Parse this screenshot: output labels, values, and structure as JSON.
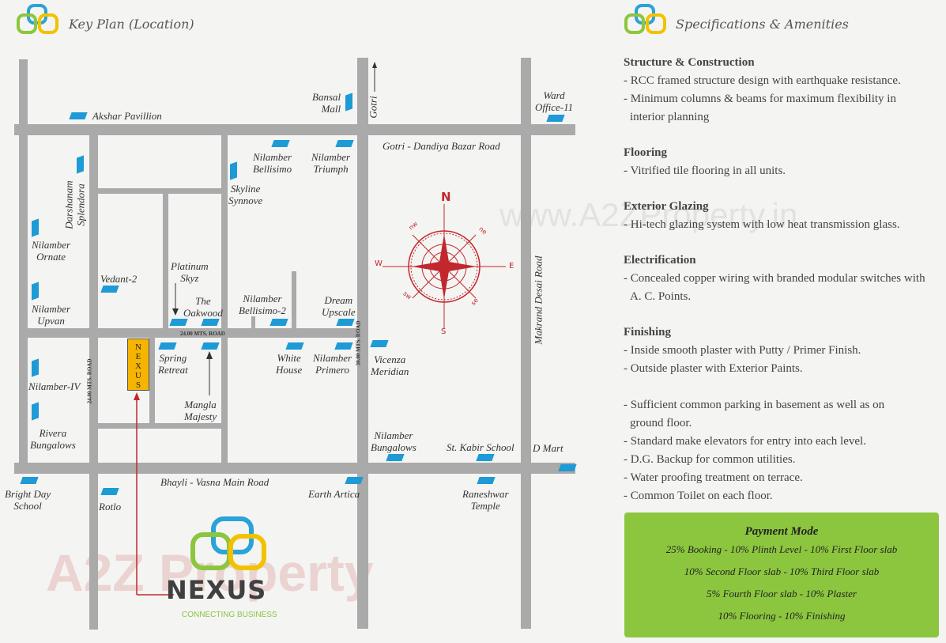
{
  "left_header": {
    "title": "Key Plan (Location)"
  },
  "right_header": {
    "title": "Specifications & Amenities"
  },
  "map": {
    "roads": {
      "gotri": "Gotri",
      "gotri_dandiya": "Gotri - Dandiya Bazar Road",
      "makrand": "Makrand Desai Road",
      "bhayli": "Bhayli - Vasna Main Road",
      "road_24_h": "24.00 MTS. ROAD",
      "road_24_v": "24.00 MTS. ROAD",
      "road_30": "30.00 MTS. ROAD"
    },
    "landmarks": {
      "akshar": "Akshar Pavillion",
      "bansal_1": "Bansal",
      "bansal_2": "Mall",
      "ward_1": "Ward",
      "ward_2": "Office-11",
      "nil_bell_1": "Nilamber",
      "nil_bell_2": "Bellisimo",
      "nil_tri_1": "Nilamber",
      "nil_tri_2": "Triumph",
      "skyline_1": "Skyline",
      "skyline_2": "Synnove",
      "darshanam_1": "Darshanam",
      "darshanam_2": "Splendora",
      "nil_ornate_1": "Nilamber",
      "nil_ornate_2": "Ornate",
      "vedant": "Vedant-2",
      "platinum_1": "Platinum",
      "platinum_2": "Skyz",
      "oakwood_1": "The",
      "oakwood_2": "Oakwood",
      "nil_bell2_1": "Nilamber",
      "nil_bell2_2": "Bellisimo-2",
      "dream_1": "Dream",
      "dream_2": "Upscale",
      "nil_upvan_1": "Nilamber",
      "nil_upvan_2": "Upvan",
      "spring_1": "Spring",
      "spring_2": "Retreat",
      "white_1": "White",
      "white_2": "House",
      "nil_primero_1": "Nilamber",
      "nil_primero_2": "Primero",
      "vicenza_1": "Vicenza",
      "vicenza_2": "Meridian",
      "nil_iv": "Nilamber-IV",
      "mangla_1": "Mangla",
      "mangla_2": "Majesty",
      "rivera_1": "Rivera",
      "rivera_2": "Bungalows",
      "nil_bung_1": "Nilamber",
      "nil_bung_2": "Bungalows",
      "kabir": "St. Kabir School",
      "dmart": "D Mart",
      "bright_1": "Bright Day",
      "bright_2": "School",
      "rotlo": "Rotlo",
      "earth": "Earth Artica",
      "ranesh_1": "Raneshwar",
      "ranesh_2": "Temple",
      "nexus_marker": "NEXUS"
    },
    "compass": {
      "n": "N",
      "s": "S",
      "e": "E",
      "w": "W",
      "ne": "ne",
      "nw": "nw",
      "se": "se",
      "sw": "sw"
    },
    "watermark_url": "www.A2ZProperty.in",
    "watermark_logo": "A2Z Property",
    "logo": {
      "name": "NEXUS",
      "tagline": "CONNECTING BUSINESS"
    }
  },
  "specs": [
    {
      "heading": "Structure & Construction",
      "lines": [
        "- RCC framed structure design with earthquake resistance.",
        "- Minimum columns & beams for maximum flexibility in",
        "  interior planning"
      ]
    },
    {
      "heading": "Flooring",
      "lines": [
        "- Vitrified tile flooring in all units."
      ]
    },
    {
      "heading": "Exterior Glazing",
      "lines": [
        "- Hi-tech glazing system with low heat transmission glass."
      ]
    },
    {
      "heading": "Electrification",
      "lines": [
        "- Concealed copper wiring with branded modular switches with",
        "  A. C. Points."
      ]
    },
    {
      "heading": "Finishing",
      "lines": [
        "- Inside smooth plaster with Putty / Primer Finish.",
        "- Outside plaster with Exterior Paints."
      ]
    }
  ],
  "amenities": [
    "- Sufficient common parking in basement as well as on",
    "  ground floor.",
    "- Standard make elevators for entry into each level.",
    "- D.G. Backup for common utilities.",
    "- Water proofing treatment on terrace.",
    "- Common Toilet on each floor."
  ],
  "payment": {
    "title": "Payment Mode",
    "lines": [
      "25% Booking - 10% Plinth Level - 10% First Floor slab",
      "10% Second Floor slab - 10% Third Floor slab",
      "5% Fourth Floor slab - 10% Plaster",
      "10% Flooring - 10% Finishing"
    ]
  },
  "colors": {
    "road": "#a9aaa9",
    "marker": "#1e9ad6",
    "nexus_box": "#f5b400",
    "compass": "#c1272d",
    "payment_bg": "#8cc63f"
  }
}
